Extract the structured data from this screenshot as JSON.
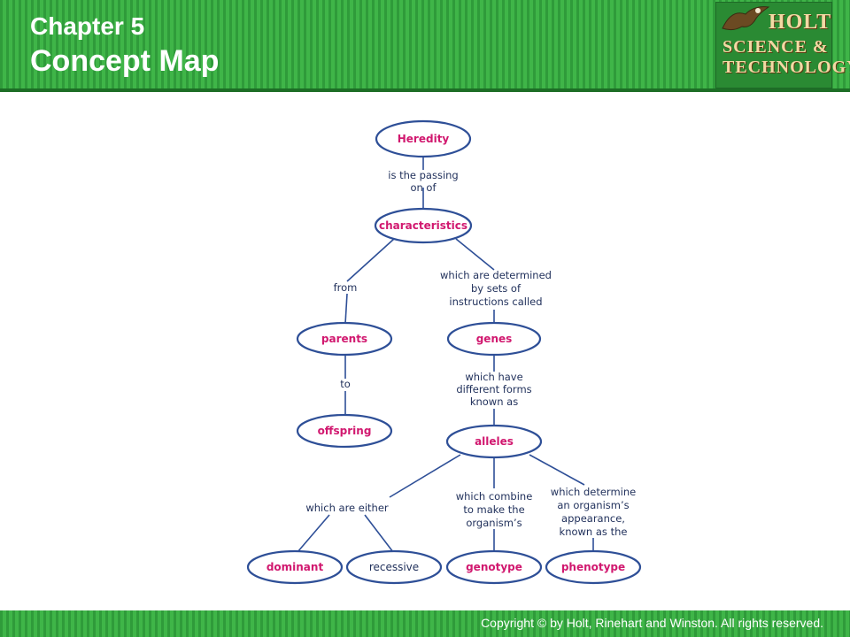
{
  "header": {
    "chapter": "Chapter 5",
    "title": "Concept Map",
    "logo_lines": [
      "HOLT",
      "SCIENCE &",
      "TECHNOLOGY"
    ]
  },
  "colors": {
    "header_green": "#3fb548",
    "node_stroke": "#2e4f97",
    "concept_text": "#d1186f",
    "plain_text": "#1f2f5a"
  },
  "concept_map": {
    "nodes": {
      "heredity": "Heredity",
      "characteristics": "characteristics",
      "parents": "parents",
      "genes": "genes",
      "offspring": "offspring",
      "alleles": "alleles",
      "dominant": "dominant",
      "recessive": "recessive",
      "genotype": "genotype",
      "phenotype": "phenotype"
    },
    "links": {
      "passing": [
        "is the passing",
        "on of"
      ],
      "from": [
        "from"
      ],
      "determined": [
        "which are determined",
        "by sets of",
        "instructions called"
      ],
      "to": [
        "to"
      ],
      "forms": [
        "which have",
        "different forms",
        "known as"
      ],
      "either": [
        "which are either"
      ],
      "combine": [
        "which combine",
        "to make the",
        "organism’s"
      ],
      "determine": [
        "which determine",
        "an organism’s",
        "appearance,",
        "known as the"
      ]
    }
  },
  "footer": {
    "copyright": "Copyright © by Holt, Rinehart and Winston. All rights reserved."
  }
}
